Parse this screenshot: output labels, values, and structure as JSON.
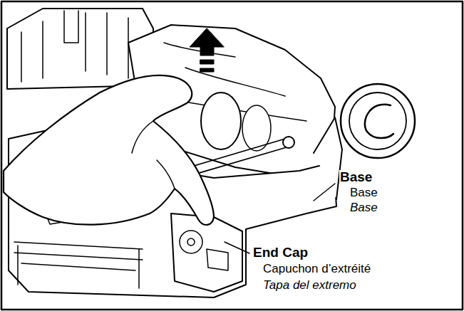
{
  "diagram": {
    "labels": [
      "Base",
      "Base",
      "Base",
      "End Cap",
      "Capuchon d’extréité",
      "Tapa del extremo"
    ]
  }
}
